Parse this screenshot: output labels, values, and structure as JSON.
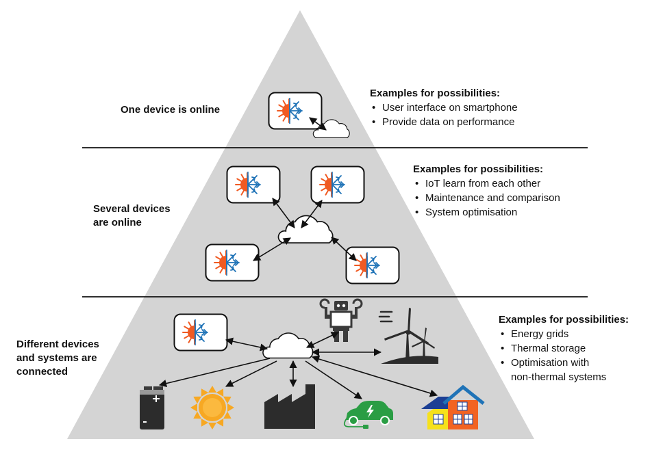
{
  "tiers": [
    {
      "label": "One device is online",
      "examples_title": "Examples for possibilities:",
      "examples": [
        "User interface on smartphone",
        "Provide data on performance"
      ]
    },
    {
      "label": "Several devices\nare online",
      "examples_title": "Examples for possibilities:",
      "examples": [
        "IoT learn from each other",
        "Maintenance and comparison",
        "System optimisation"
      ]
    },
    {
      "label": "Different devices\nand systems are\nconnected",
      "examples_title": "Examples for possibilities:",
      "examples": [
        "Energy grids",
        "Thermal storage",
        "Optimisation with\nnon-thermal systems"
      ]
    }
  ],
  "icons": {
    "device": "heat-pump-sun-snowflake-icon",
    "cloud": "cloud-icon",
    "robot": "robot-icon",
    "wind": "wind-turbine-icon",
    "battery": "battery-icon",
    "sun": "sun-icon",
    "factory": "factory-icon",
    "ev": "electric-car-icon",
    "house": "house-icon"
  },
  "colors": {
    "pyramid": "#d4d4d4",
    "sun_orange": "#f05a22",
    "snow_blue": "#1f73b7",
    "yellow_sun": "#f7a823",
    "ev_green": "#2a9d44",
    "house_orange": "#f26322",
    "house_yellow": "#f6e11b",
    "house_roof_blue": "#1c3f94",
    "dark": "#2c2c2c"
  }
}
